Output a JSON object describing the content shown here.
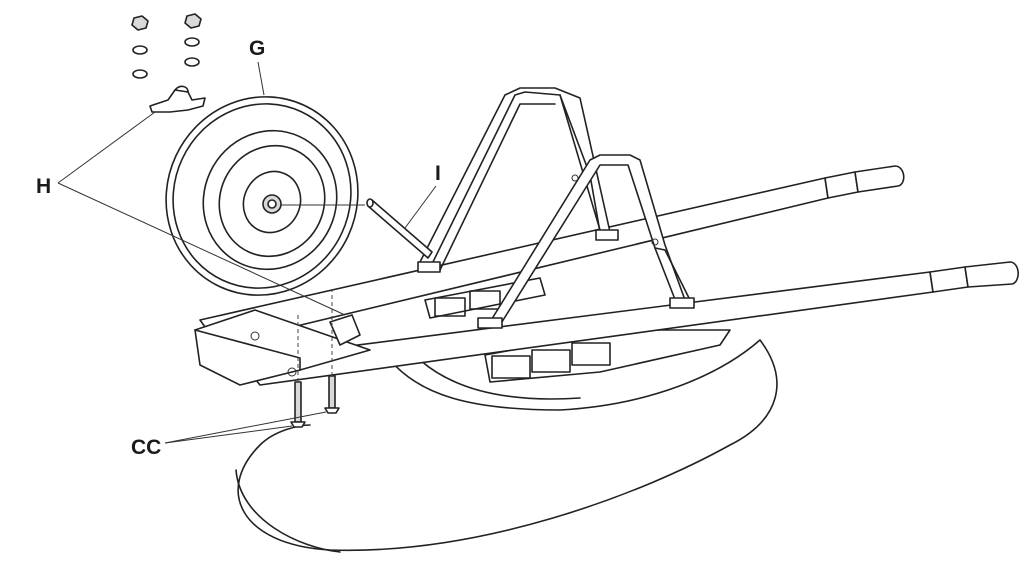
{
  "labels": {
    "g": "G",
    "h": "H",
    "i": "I",
    "cc": "CC"
  }
}
